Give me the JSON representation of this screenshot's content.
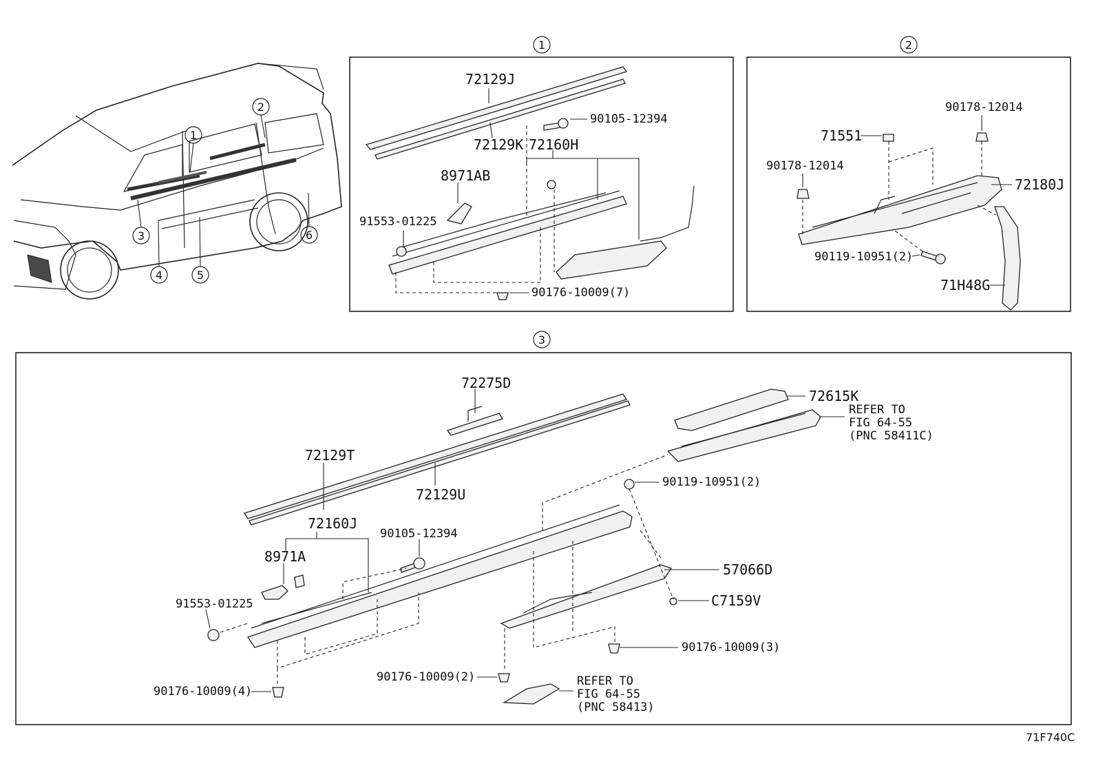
{
  "diagram_id": "71F740C",
  "sections": [
    {
      "num": "1"
    },
    {
      "num": "2"
    },
    {
      "num": "3"
    }
  ],
  "vehicle_callouts": [
    "1",
    "2",
    "3",
    "4",
    "5",
    "6"
  ],
  "section1": {
    "p1": "72129J",
    "p2": "72129K",
    "p3": "72160H",
    "p4": "90105-12394",
    "p5": "8971AB",
    "p6": "91553-01225",
    "p7": "90176-10009(7)"
  },
  "section2": {
    "p1": "90178-12014",
    "p2": "71551",
    "p3": "90178-12014",
    "p4": "72180J",
    "p5": "90119-10951(2)",
    "p6": "71H48G"
  },
  "section3": {
    "p1": "72275D",
    "p2": "72615K",
    "p3": [
      "REFER TO",
      "FIG 64-55",
      "(PNC 58411C)"
    ],
    "p4": "72129T",
    "p5": "72129U",
    "p6": "90119-10951(2)",
    "p7": "72160J",
    "p8": "90105-12394",
    "p9": "8971A",
    "p10": "57066D",
    "p11": "91553-01225",
    "p12": "C7159V",
    "p13": "90176-10009(3)",
    "p14": "90176-10009(2)",
    "p15": [
      "REFER TO",
      "FIG 64-55",
      "(PNC 58413)"
    ],
    "p16": "90176-10009(4)"
  }
}
